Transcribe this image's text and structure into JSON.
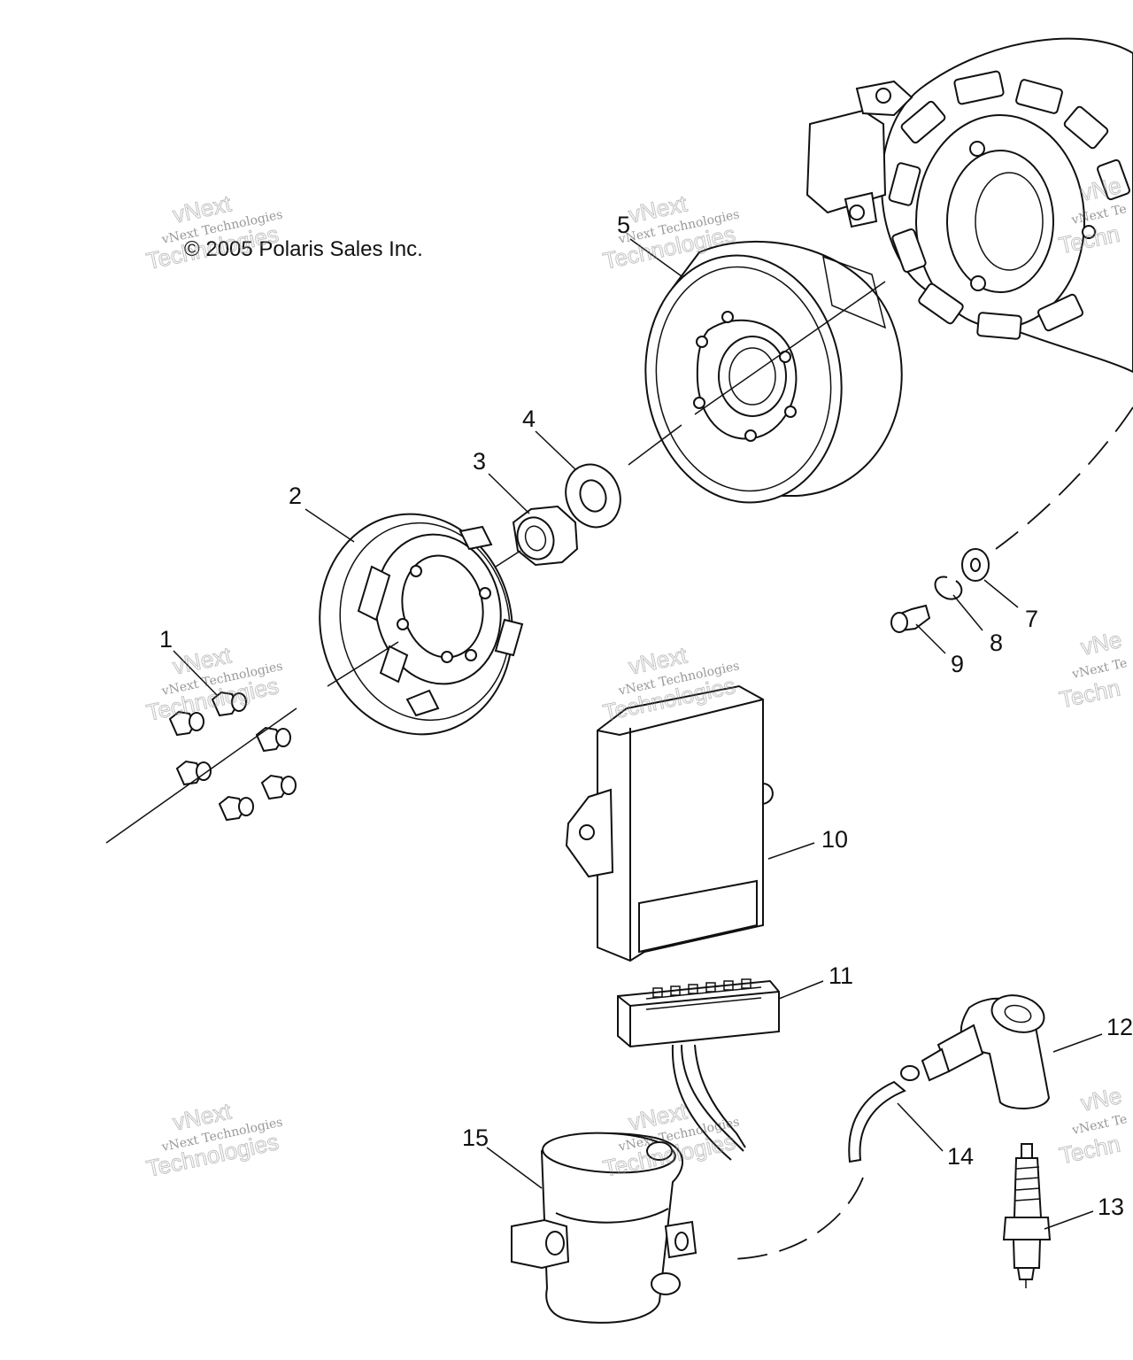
{
  "copyright": "© 2005 Polaris Sales Inc.",
  "watermark": {
    "brand": "vNext",
    "line1": "vNext Technologies",
    "line2": "Technologies",
    "partial_line1": "vNext Te",
    "partial_brand": "vNe",
    "partial_line2": "Techn"
  },
  "callouts": [
    "1",
    "2",
    "3",
    "4",
    "5",
    "7",
    "8",
    "9",
    "10",
    "11",
    "12",
    "13",
    "14",
    "15"
  ]
}
